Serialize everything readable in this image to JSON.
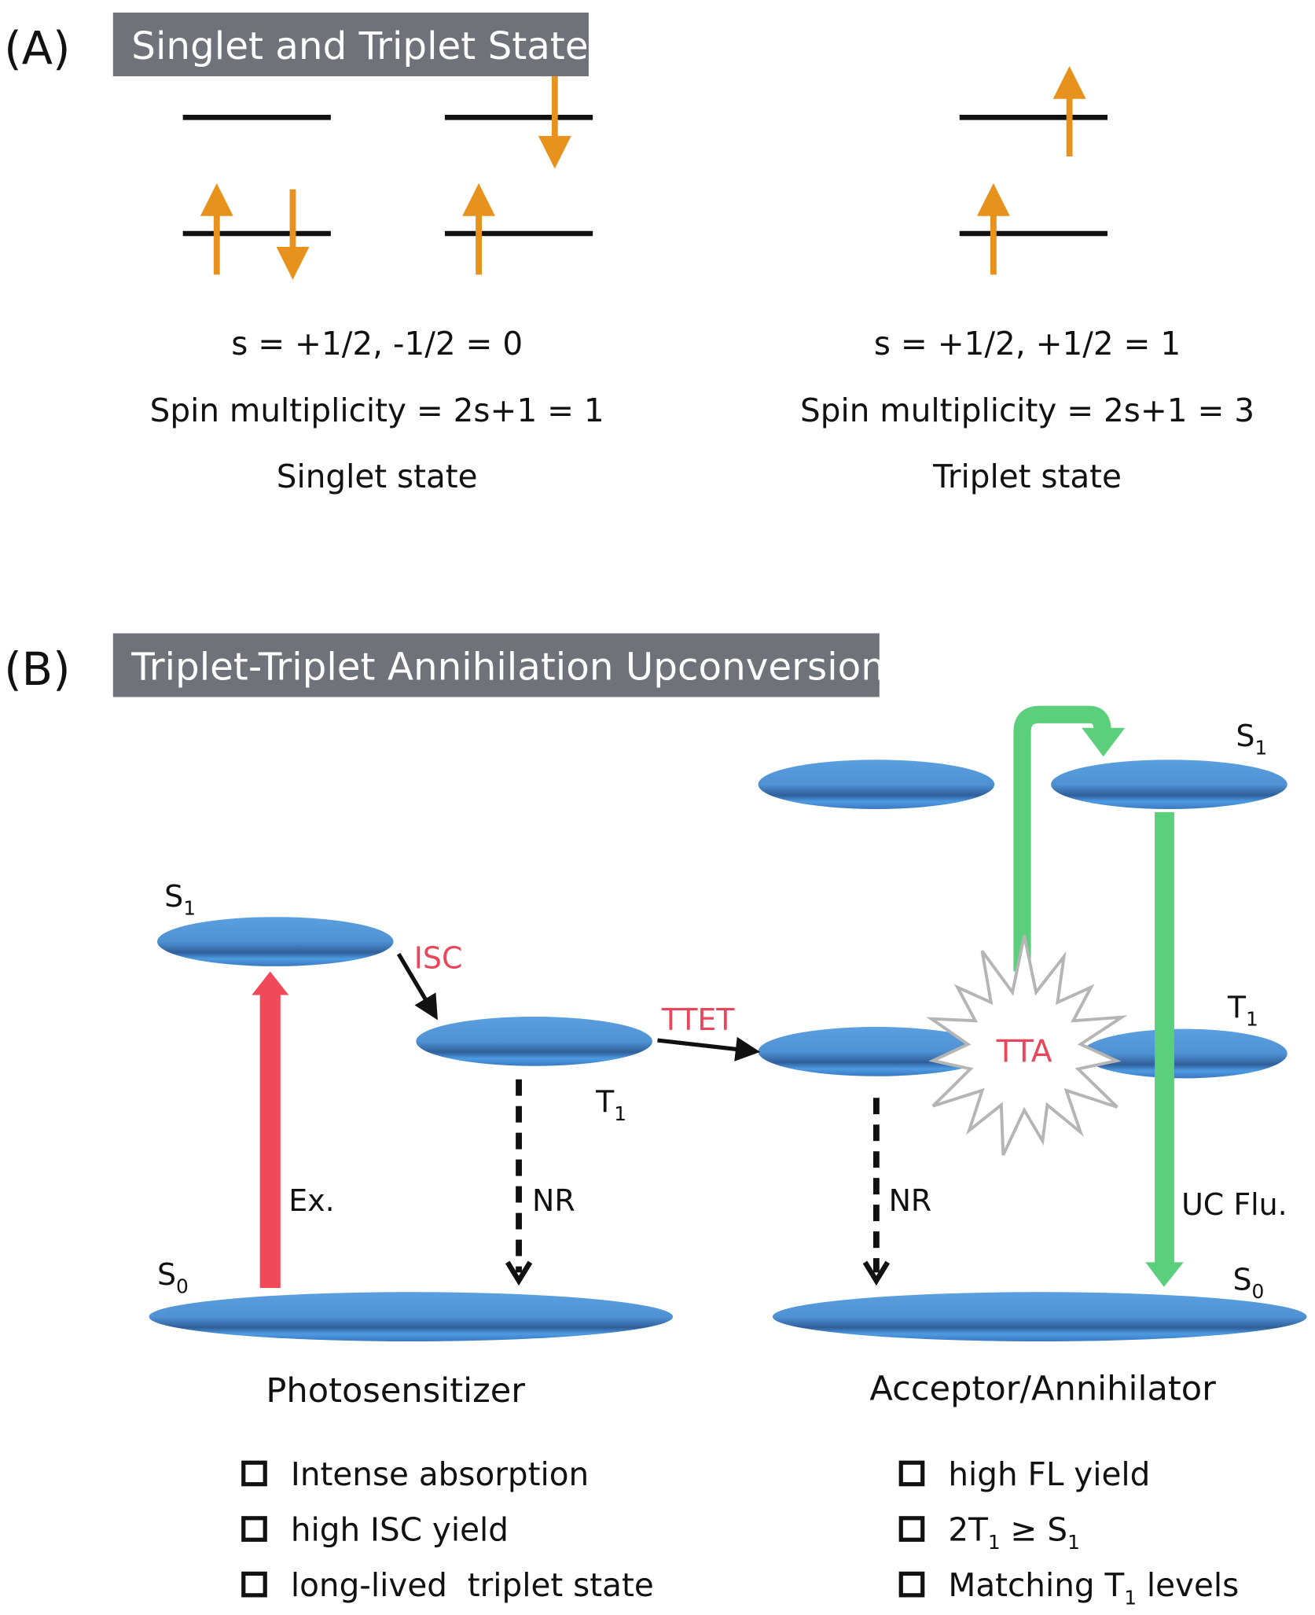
{
  "panel_a": {
    "letter": "(A)",
    "title": "Singlet and Triplet State",
    "singlet": {
      "spin": "s = +1/2, -1/2 = 0",
      "multiplicity": "Spin multiplicity = 2s+1 = 1",
      "name": "Singlet state"
    },
    "triplet": {
      "spin": "s = +1/2, +1/2 = 1",
      "multiplicity": "Spin multiplicity = 2s+1 = 3",
      "name": "Triplet state"
    }
  },
  "panel_b": {
    "letter": "(B)",
    "title": "Triplet-Triplet Annihilation Upconversion",
    "labels": {
      "S": "S",
      "T": "T",
      "sub1": "1",
      "sub0": "0",
      "isc": "ISC",
      "ttet": "TTET",
      "tta": "TTA",
      "ex": "Ex.",
      "nr": "NR",
      "uc": "UC Flu."
    },
    "photosensitizer": {
      "name": "Photosensitizer",
      "requirements": [
        "Intense absorption",
        "high ISC yield",
        "long-lived  triplet state"
      ]
    },
    "acceptor": {
      "name": "Acceptor/Annihilator",
      "req1": "high FL yield",
      "req2_a": "2T",
      "req2_b": " ≥ S",
      "req3_a": "Matching T",
      "req3_b": " levels"
    }
  },
  "colors": {
    "orange": "#e8921e",
    "red": "#e8465a",
    "green": "#5ccf7c",
    "blue": "#4f94d6",
    "title_bg": "#6f7278"
  }
}
